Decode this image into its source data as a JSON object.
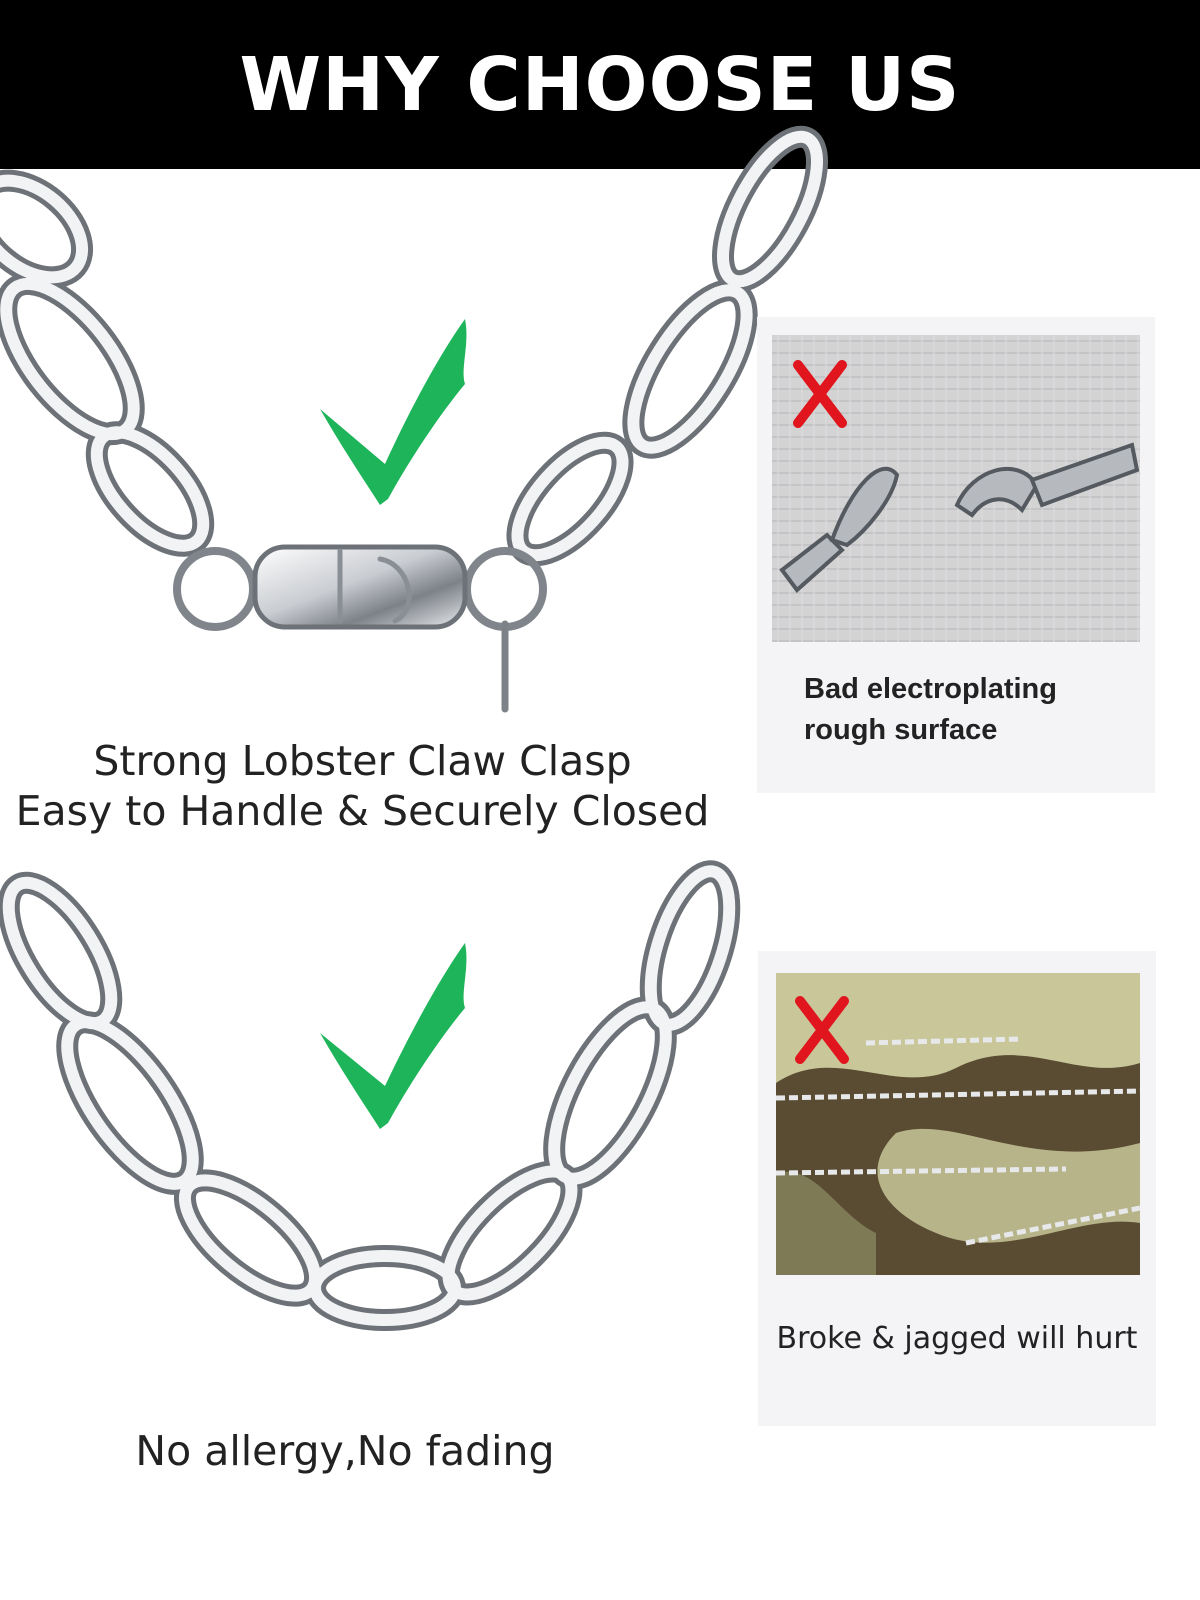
{
  "header": {
    "title": "WHY CHOOSE US"
  },
  "section_top": {
    "caption_line1": "Strong Lobster Claw Clasp",
    "caption_line2": "Easy to Handle & Securely Closed",
    "bad_text_line1": "Bad electroplating",
    "bad_text_line2": "rough surface"
  },
  "section_bottom": {
    "caption": "No allergy,No fading",
    "bad_text": "Broke & jagged will hurt"
  },
  "colors": {
    "header_bg": "#000000",
    "check_green": "#1db45a",
    "cross_red": "#e0151d",
    "panel_bg": "#f4f3f5"
  },
  "icons": {
    "good": "check-mark-icon",
    "bad": "cross-mark-icon"
  }
}
